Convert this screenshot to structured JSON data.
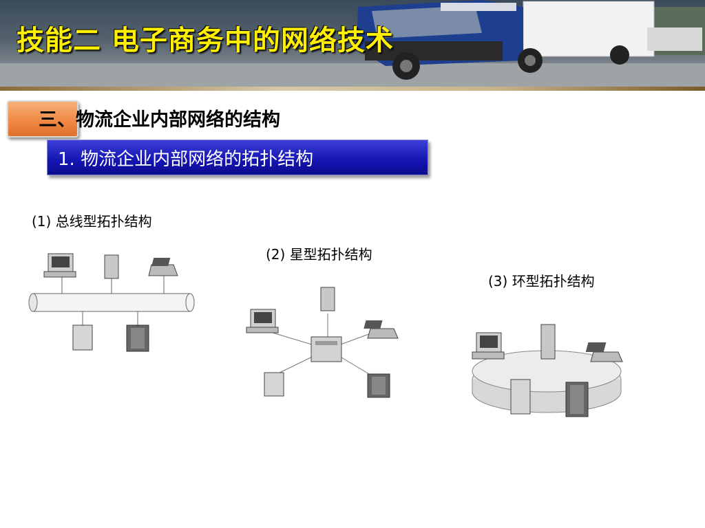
{
  "header": {
    "title": "技能二  电子商务中的网络技术"
  },
  "section": {
    "label": "三、物流企业内部网络的结构"
  },
  "subsection": {
    "label": "1. 物流企业内部网络的拓扑结构"
  },
  "topologies": [
    {
      "label": "(1) 总线型拓扑结构",
      "icon": "bus-topology-icon"
    },
    {
      "label": "(2) 星型拓扑结构",
      "icon": "star-topology-icon"
    },
    {
      "label": "(3) 环型拓扑结构",
      "icon": "ring-topology-icon"
    }
  ],
  "colors": {
    "title": "#ffef00",
    "section_badge": "#f08a46",
    "subsection_bar": "#1414b0",
    "subsection_text": "#ffffff"
  }
}
